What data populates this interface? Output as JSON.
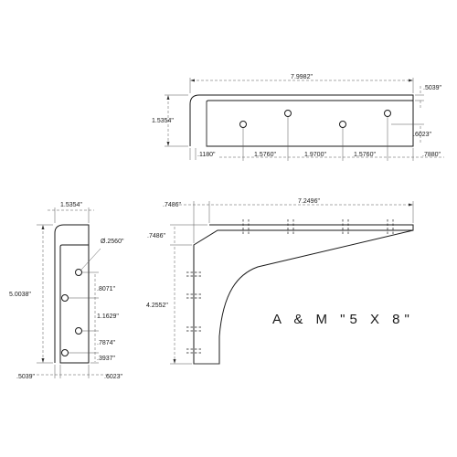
{
  "title": "A & M \"5 X 8\"",
  "top_view": {
    "overall_width": "7.9982\"",
    "height": "1.5354\"",
    "thickness": ".5039\"",
    "hole_offset_vertical": ".6023\"",
    "lip": ".1180\"",
    "spacing_1": "1.5760\"",
    "spacing_2": "1.9700\"",
    "spacing_3": "1.5760\"",
    "end_offset": ".7880\""
  },
  "side_view": {
    "width": "1.5354\"",
    "height": "5.0038\"",
    "hole_diameter": "Ø.2560\"",
    "spacing_1": ".8071\"",
    "spacing_2": "1.1629\"",
    "spacing_3": ".7874\"",
    "bottom_offset": ".3937\"",
    "base_left": ".5039\"",
    "base_right": ".6023\""
  },
  "front_view": {
    "top_lip": ".7486\"",
    "top_length": "7.2496\"",
    "top_lip_vertical": ".7486\"",
    "body_height": "4.2552\""
  }
}
